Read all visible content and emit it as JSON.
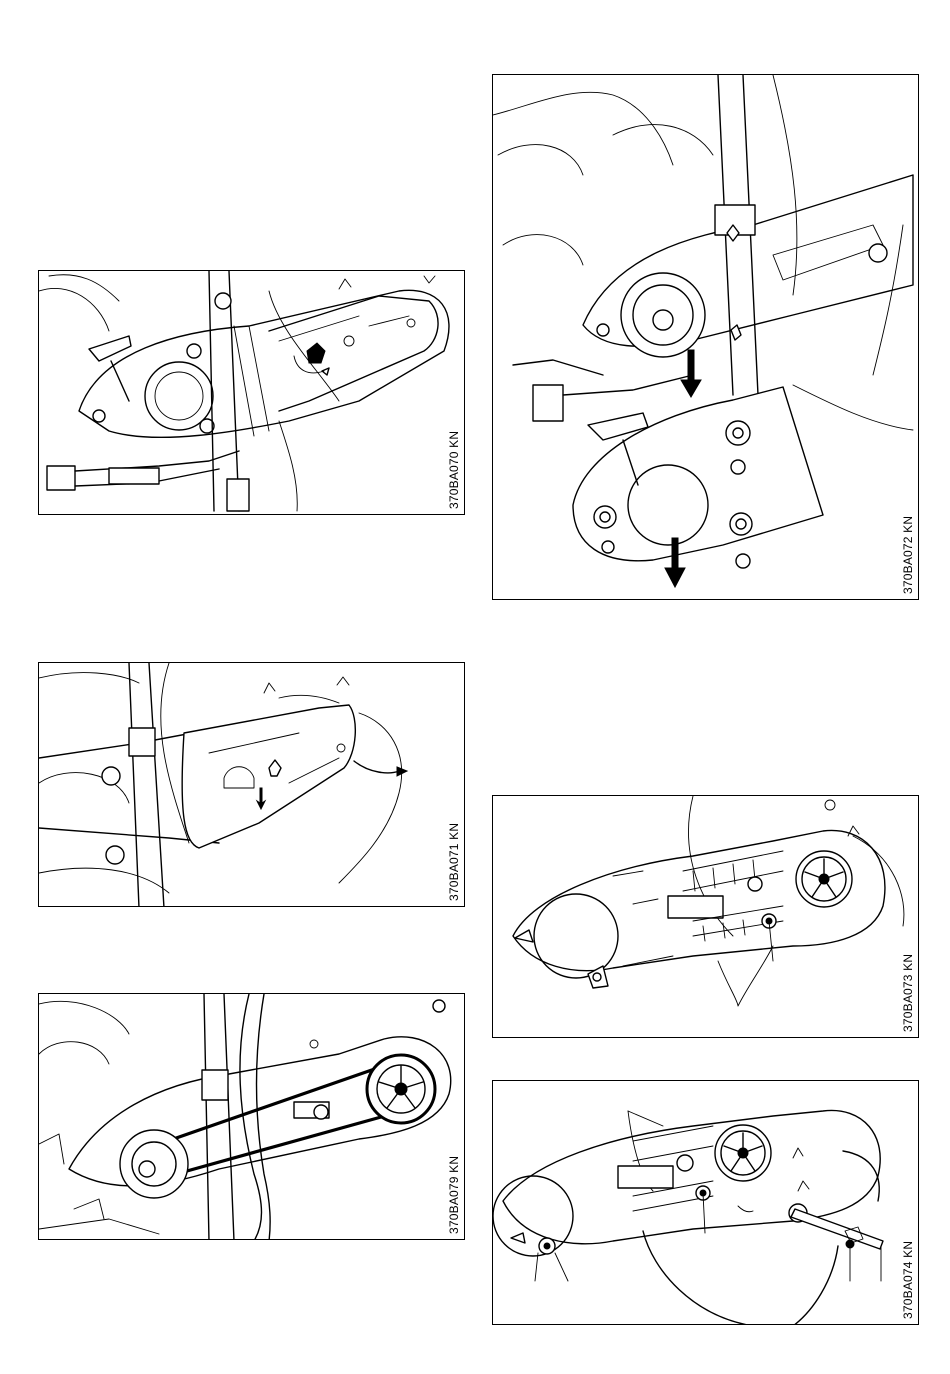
{
  "figures": {
    "fig070": {
      "code": "370BA070 KN"
    },
    "fig071": {
      "code": "370BA071 KN"
    },
    "fig079": {
      "code": "370BA079 KN"
    },
    "fig072": {
      "code": "370BA072 KN"
    },
    "fig073": {
      "code": "370BA073 KN"
    },
    "fig074": {
      "code": "370BA074 KN"
    }
  }
}
